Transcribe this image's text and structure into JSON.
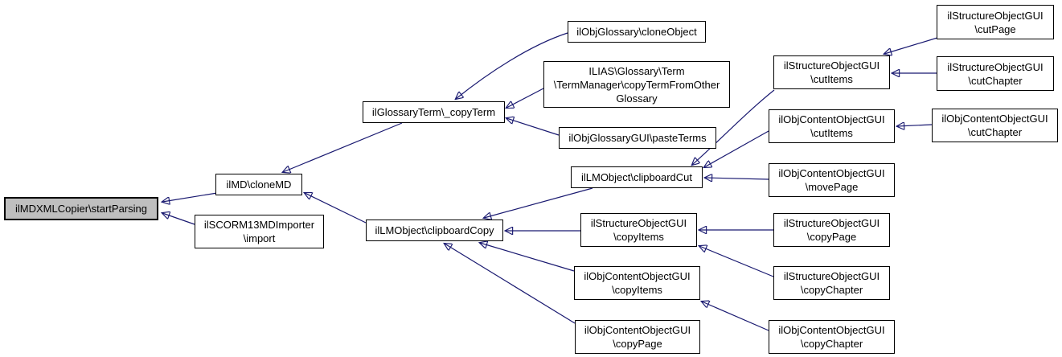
{
  "diagram": {
    "type": "caller-graph",
    "colors": {
      "edge": "#191970",
      "node_border": "#000000",
      "node_fill": "#ffffff",
      "root_fill": "#bfbfbf",
      "text": "#000000"
    },
    "nodes": [
      {
        "id": "startParsing",
        "label": "ilMDXMLCopier\\startParsing"
      },
      {
        "id": "cloneMD",
        "label": "ilMD\\cloneMD"
      },
      {
        "id": "import",
        "label": "ilSCORM13MDImporter\n\\import"
      },
      {
        "id": "copyTerm",
        "label": "ilGlossaryTerm\\_copyTerm"
      },
      {
        "id": "clipboardCopy",
        "label": "ilLMObject\\clipboardCopy"
      },
      {
        "id": "cloneObject",
        "label": "ilObjGlossary\\cloneObject"
      },
      {
        "id": "termManager",
        "label": "ILIAS\\Glossary\\Term\n\\TermManager\\copyTermFromOther\nGlossary"
      },
      {
        "id": "pasteTerms",
        "label": "ilObjGlossaryGUI\\pasteTerms"
      },
      {
        "id": "clipboardCut",
        "label": "ilLMObject\\clipboardCut"
      },
      {
        "id": "cutItemsS",
        "label": "ilStructureObjectGUI\n\\cutItems"
      },
      {
        "id": "cutItemsC",
        "label": "ilObjContentObjectGUI\n\\cutItems"
      },
      {
        "id": "movePage",
        "label": "ilObjContentObjectGUI\n\\movePage"
      },
      {
        "id": "cutPage",
        "label": "ilStructureObjectGUI\n\\cutPage"
      },
      {
        "id": "cutChapterS",
        "label": "ilStructureObjectGUI\n\\cutChapter"
      },
      {
        "id": "cutChapterC",
        "label": "ilObjContentObjectGUI\n\\cutChapter"
      },
      {
        "id": "copyItemsS",
        "label": "ilStructureObjectGUI\n\\copyItems"
      },
      {
        "id": "copyPageS",
        "label": "ilStructureObjectGUI\n\\copyPage"
      },
      {
        "id": "copyChapterS",
        "label": "ilStructureObjectGUI\n\\copyChapter"
      },
      {
        "id": "copyItemsC",
        "label": "ilObjContentObjectGUI\n\\copyItems"
      },
      {
        "id": "copyPageC",
        "label": "ilObjContentObjectGUI\n\\copyPage"
      },
      {
        "id": "copyChapterC",
        "label": "ilObjContentObjectGUI\n\\copyChapter"
      }
    ],
    "edges": [
      {
        "from": "cloneMD",
        "to": "startParsing"
      },
      {
        "from": "import",
        "to": "startParsing"
      },
      {
        "from": "copyTerm",
        "to": "cloneMD"
      },
      {
        "from": "clipboardCopy",
        "to": "cloneMD"
      },
      {
        "from": "cloneObject",
        "to": "copyTerm"
      },
      {
        "from": "termManager",
        "to": "copyTerm"
      },
      {
        "from": "pasteTerms",
        "to": "copyTerm"
      },
      {
        "from": "clipboardCut",
        "to": "clipboardCopy"
      },
      {
        "from": "cutItemsS",
        "to": "clipboardCut"
      },
      {
        "from": "cutItemsC",
        "to": "clipboardCut"
      },
      {
        "from": "movePage",
        "to": "clipboardCut"
      },
      {
        "from": "cutPage",
        "to": "cutItemsS"
      },
      {
        "from": "cutChapterS",
        "to": "cutItemsS"
      },
      {
        "from": "cutChapterC",
        "to": "cutItemsC"
      },
      {
        "from": "copyItemsS",
        "to": "clipboardCopy"
      },
      {
        "from": "copyItemsC",
        "to": "clipboardCopy"
      },
      {
        "from": "copyPageC",
        "to": "clipboardCopy"
      },
      {
        "from": "copyPageS",
        "to": "copyItemsS"
      },
      {
        "from": "copyChapterS",
        "to": "copyItemsS"
      },
      {
        "from": "copyChapterC",
        "to": "copyItemsC"
      }
    ]
  }
}
